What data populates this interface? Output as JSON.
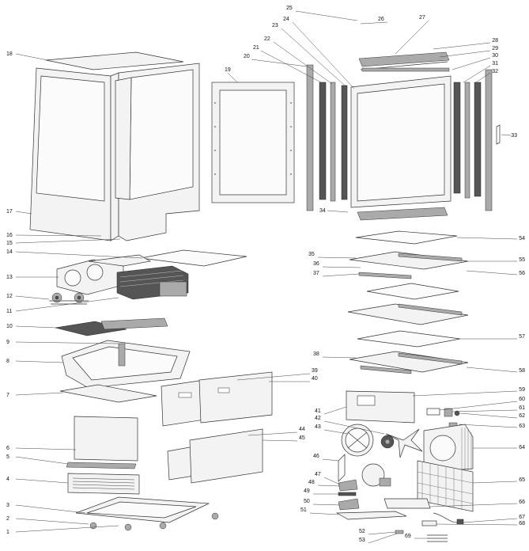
{
  "callouts": [
    {
      "n": "1"
    },
    {
      "n": "2"
    },
    {
      "n": "3"
    },
    {
      "n": "4"
    },
    {
      "n": "5"
    },
    {
      "n": "6"
    },
    {
      "n": "7"
    },
    {
      "n": "8"
    },
    {
      "n": "9"
    },
    {
      "n": "10"
    },
    {
      "n": "11"
    },
    {
      "n": "12"
    },
    {
      "n": "13"
    },
    {
      "n": "14"
    },
    {
      "n": "15"
    },
    {
      "n": "16"
    },
    {
      "n": "17"
    },
    {
      "n": "18"
    },
    {
      "n": "19"
    },
    {
      "n": "20"
    },
    {
      "n": "21"
    },
    {
      "n": "22"
    },
    {
      "n": "23"
    },
    {
      "n": "24"
    },
    {
      "n": "25"
    },
    {
      "n": "26"
    },
    {
      "n": "27"
    },
    {
      "n": "28"
    },
    {
      "n": "29"
    },
    {
      "n": "30"
    },
    {
      "n": "31"
    },
    {
      "n": "32"
    },
    {
      "n": "33"
    },
    {
      "n": "34"
    },
    {
      "n": "35"
    },
    {
      "n": "36"
    },
    {
      "n": "37"
    },
    {
      "n": "38"
    },
    {
      "n": "39"
    },
    {
      "n": "40"
    },
    {
      "n": "41"
    },
    {
      "n": "42"
    },
    {
      "n": "43"
    },
    {
      "n": "44"
    },
    {
      "n": "45"
    },
    {
      "n": "46"
    },
    {
      "n": "47"
    },
    {
      "n": "48"
    },
    {
      "n": "49"
    },
    {
      "n": "50"
    },
    {
      "n": "51"
    },
    {
      "n": "52"
    },
    {
      "n": "53"
    },
    {
      "n": "54"
    },
    {
      "n": "55"
    },
    {
      "n": "56"
    },
    {
      "n": "57"
    },
    {
      "n": "58"
    },
    {
      "n": "59"
    },
    {
      "n": "60"
    },
    {
      "n": "61"
    },
    {
      "n": "62"
    },
    {
      "n": "63"
    },
    {
      "n": "64"
    },
    {
      "n": "65"
    },
    {
      "n": "66"
    },
    {
      "n": "67"
    },
    {
      "n": "68"
    },
    {
      "n": "69"
    }
  ]
}
